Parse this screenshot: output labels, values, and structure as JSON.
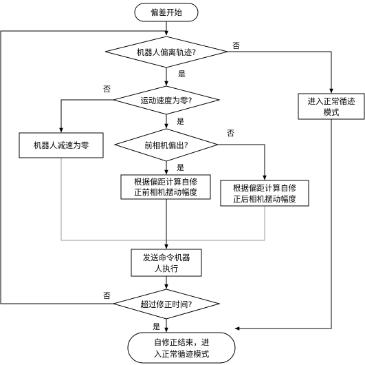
{
  "nodes": {
    "start": {
      "text": "偏差开始"
    },
    "d_deviate": {
      "text": "机器人偏离轨迹?"
    },
    "d_speed_zero": {
      "text": "运动速度为零?"
    },
    "robot_slow": {
      "text": "机器人减速为零"
    },
    "d_front_camera": {
      "text": "前相机偏出?"
    },
    "front_adjust": {
      "lines": [
        "根据偏距计算自修",
        "正前相机摆动幅度"
      ]
    },
    "rear_adjust": {
      "lines": [
        "根据偏距计算自修",
        "正后相机摆动幅度"
      ]
    },
    "normal_track": {
      "lines": [
        "进入正常循迹",
        "模式"
      ]
    },
    "send_command": {
      "lines": [
        "发送命令机器",
        "人执行"
      ]
    },
    "d_timeout": {
      "text": "超过修正时间?"
    },
    "end": {
      "lines": [
        "自修正结束，进",
        "入正常循迹模式"
      ]
    }
  },
  "edge_labels": {
    "deviate_no": "否",
    "deviate_yes": "是",
    "speed_no": "否",
    "speed_yes": "是",
    "front_no": "否",
    "front_yes": "是",
    "timeout_no": "否",
    "timeout_yes": "是"
  }
}
